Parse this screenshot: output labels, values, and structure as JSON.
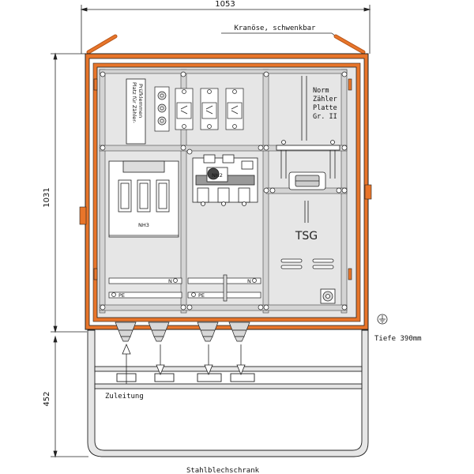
{
  "dimensions": {
    "width": "1053",
    "height_cabinet": "1031",
    "height_base": "452",
    "depth": "Tiefe 390mm"
  },
  "labels": {
    "kranoese": "Kranöse, schwenkbar",
    "zuleitung": "Zuleitung",
    "stahlblechschrank": "Stahlblechschrank",
    "pruefklemmen_line1": "Platz für Zähler-",
    "pruefklemmen_line2": "Prüfklemmen",
    "nh3": "NH3",
    "nh2": "NH2",
    "tsg": "TSG",
    "n_left": "N",
    "n_right": "N",
    "pe_left": "PE",
    "pe_right": "PE",
    "zaehler_plate": [
      "Norm",
      "Zähler",
      "Platte",
      "Gr. II"
    ]
  },
  "colors": {
    "frame": "#E8752A",
    "frame_dark": "#B8561A",
    "panel": "#E6E6E6",
    "rail": "#C9C9C9",
    "line": "#222222"
  }
}
